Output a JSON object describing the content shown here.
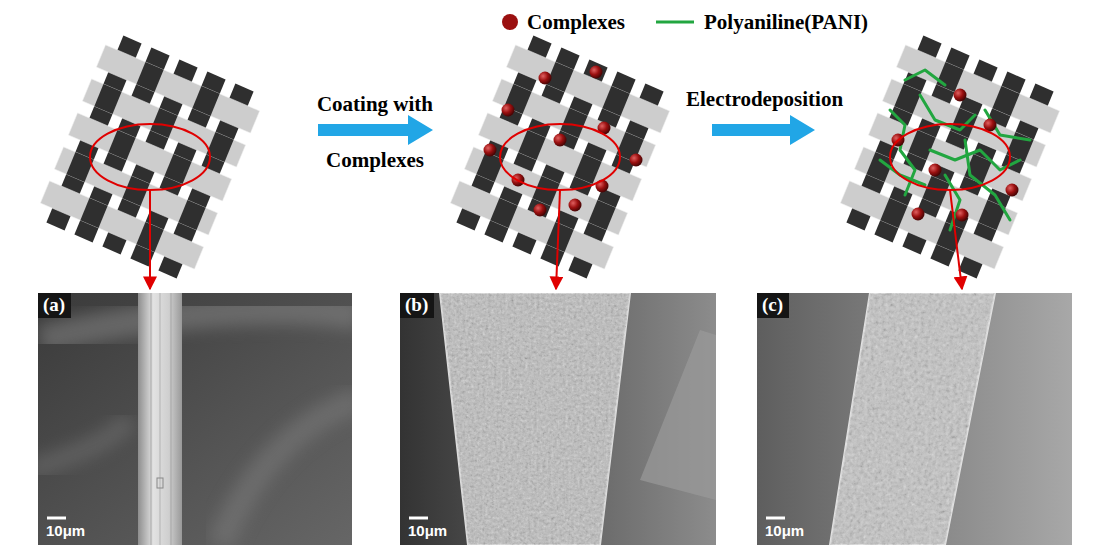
{
  "diagram": {
    "nodes": [
      {
        "text": [
          "(a)",
          "10μm"
        ]
      },
      {
        "text": [
          "(b)",
          "10μm"
        ]
      },
      {
        "text": [
          "(c)",
          "10μm"
        ]
      }
    ],
    "labels": [
      "Coating with Complexes",
      "Electrodeposition"
    ],
    "legend": [
      {
        "text": "Complexes",
        "color": "#9b1010"
      },
      {
        "text": "Polyaniline(PANI)"
      }
    ]
  }
}
